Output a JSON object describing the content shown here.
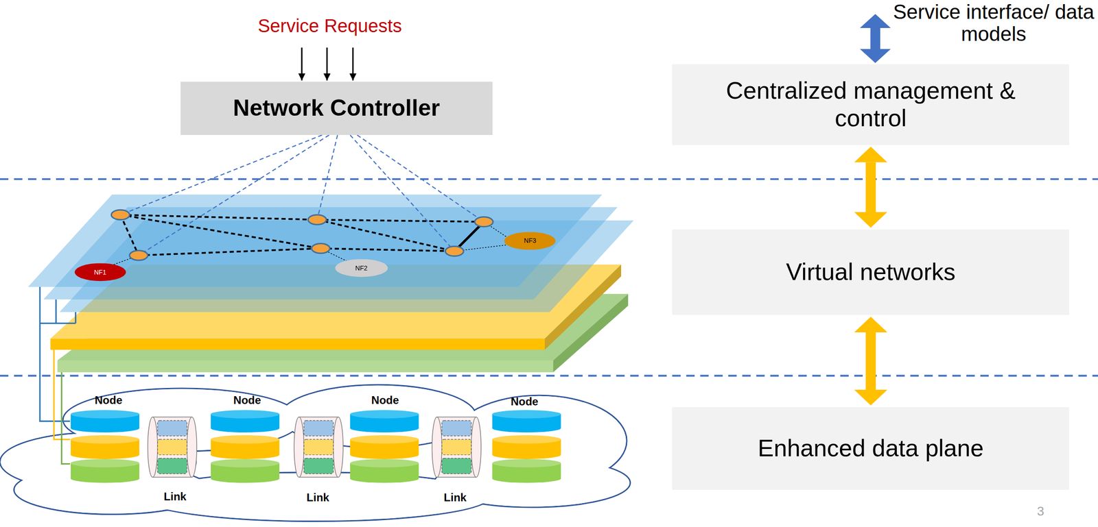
{
  "diagram": {
    "nodes": [
      {
        "text": [
          "Network Controller"
        ]
      },
      {
        "text": [
          "Centralized management & control"
        ]
      },
      {
        "text": [
          "Virtual networks"
        ]
      },
      {
        "text": [
          "Enhanced data plane"
        ]
      },
      {
        "text": [
          "NF1"
        ]
      },
      {
        "text": [
          "NF2"
        ]
      },
      {
        "text": [
          "NF3"
        ]
      }
    ],
    "edges": [
      {
        "from": 1,
        "to": 2,
        "arrow": "both"
      },
      {
        "from": 2,
        "to": 3,
        "arrow": "both"
      }
    ],
    "labels": [
      "Service Requests",
      "Service interface/ data models",
      "Node",
      "Node",
      "Node",
      "Node",
      "Link",
      "Link",
      "Link",
      "3"
    ]
  }
}
